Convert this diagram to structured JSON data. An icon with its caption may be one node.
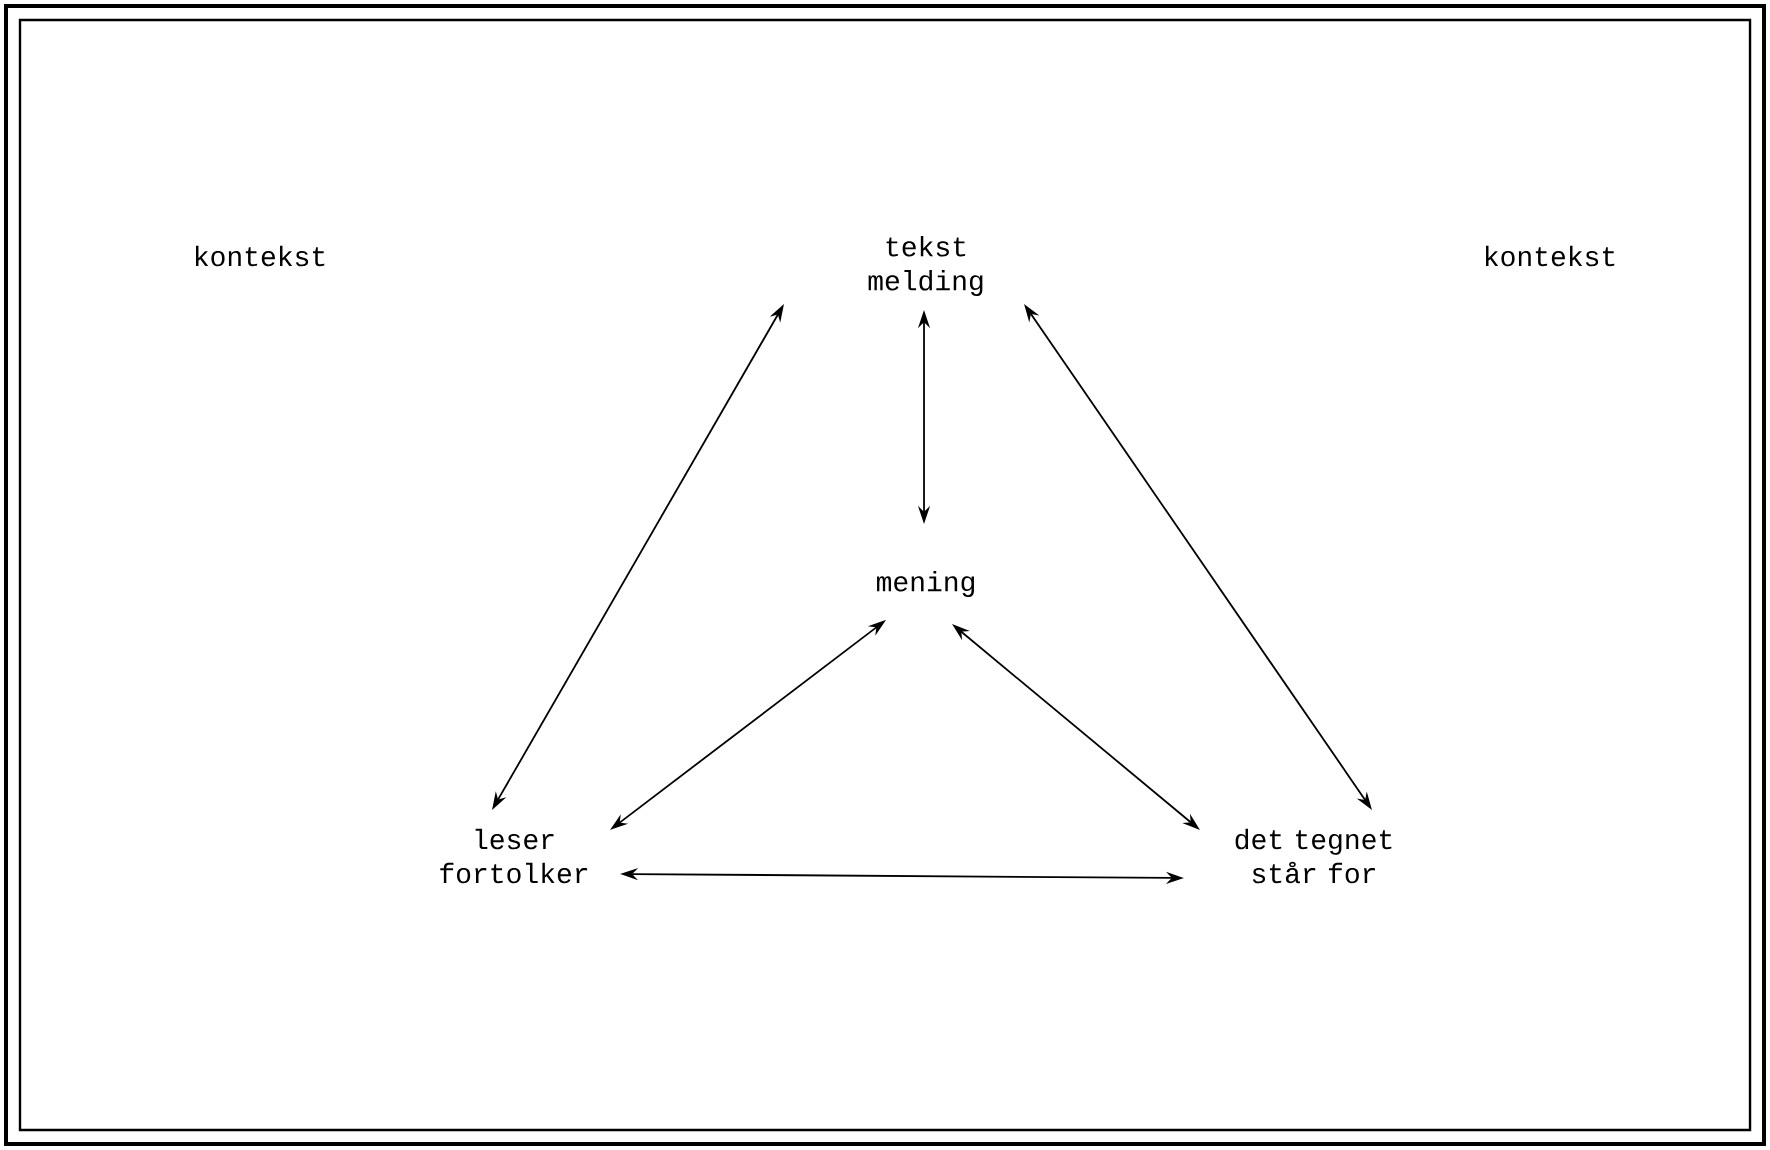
{
  "diagram": {
    "nodes": [
      {
        "text": [
          "tekst melding"
        ]
      },
      {
        "text": [
          "mening"
        ]
      },
      {
        "text": [
          "leser fortolker"
        ]
      },
      {
        "text": [
          "det tegnet står for"
        ]
      }
    ],
    "edges": [
      {
        "from": 0,
        "to": 2,
        "arrow": "both"
      },
      {
        "from": 0,
        "to": 1,
        "arrow": "both"
      },
      {
        "from": 0,
        "to": 3,
        "arrow": "both"
      },
      {
        "from": 1,
        "to": 2,
        "arrow": "both"
      },
      {
        "from": 1,
        "to": 3,
        "arrow": "both"
      },
      {
        "from": 2,
        "to": 3,
        "arrow": "both"
      }
    ],
    "labels": [
      "kontekst",
      "kontekst"
    ]
  }
}
